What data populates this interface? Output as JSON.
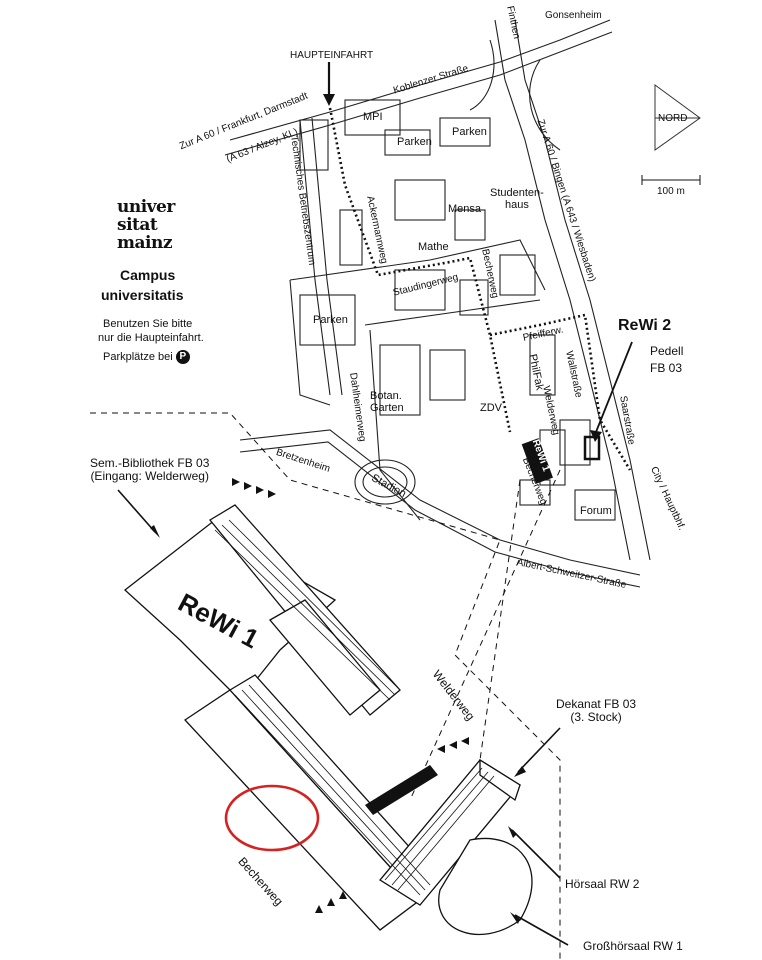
{
  "map": {
    "main_entrance": "HAUPTEINFAHRT",
    "north": "NORD",
    "scale": "100 m",
    "logo_lines": [
      "univer",
      "sitat",
      "mainz"
    ],
    "campus_title": [
      "Campus",
      "universitatis"
    ],
    "notice": [
      "Benutzen Sie bitte",
      "nur die Haupteinfahrt.",
      "Parkplätze bei"
    ],
    "parking_symbol": "P",
    "roads": {
      "koblenzer": "Koblenzer Straße",
      "zur_a60_left": "Zur A 60 / Frankfurt, Darmstadt",
      "a63": "(A 63 / Alzey, KL)",
      "technisches": "Technisches Betriebszentrum",
      "ackermannweg": "Ackermannweg",
      "staudingerweg": "Staudingerweg",
      "becherweg": "Becherweg",
      "dahlheimerweg": "Dahlheimerweg",
      "bretzenheim": "Bretzenheim",
      "albert_schweitzer": "Albert-Schweitzer-Straße",
      "saarstrasse": "Saarstraße",
      "city": "City / Hauptbhf.",
      "zur_a60_right": "Zur A 60 / Bingen  (A 643 / Wiesbaden)",
      "finthen": "Finthen",
      "gonsenheim": "Gonsenheim",
      "welderweg": "Welderweg",
      "pfeifferw": "Pfeifferw.",
      "wallstrasse": "Wallstraße"
    },
    "places": {
      "mpi": "MPI",
      "parken1": "Parken",
      "parken2": "Parken",
      "parken3": "Parken",
      "mensa": "Mensa",
      "studentenhaus": [
        "Studenten-",
        "haus"
      ],
      "mathe": "Mathe",
      "philfak": "PhilFak",
      "zdv": "ZDV",
      "botan": [
        "Botan.",
        "Garten"
      ],
      "stadion": "Stadion",
      "forum": "Forum",
      "rewi1_small": "ReWi 1"
    },
    "rewi2": {
      "title": "ReWi 2",
      "line2": "Pedell",
      "line3": "FB 03"
    }
  },
  "detail": {
    "bib_label": [
      "Sem.-Bibliothek FB 03",
      "(Eingang: Welderweg)"
    ],
    "building": "ReWi  1",
    "welderweg": "Welderweg",
    "becherweg": "Becherweg",
    "dekanat": [
      "Dekanat FB 03",
      "(3. Stock)"
    ],
    "hoersaal": "Hörsaal  RW 2",
    "grosshoersaal": "Großhörsaal  RW 1"
  }
}
